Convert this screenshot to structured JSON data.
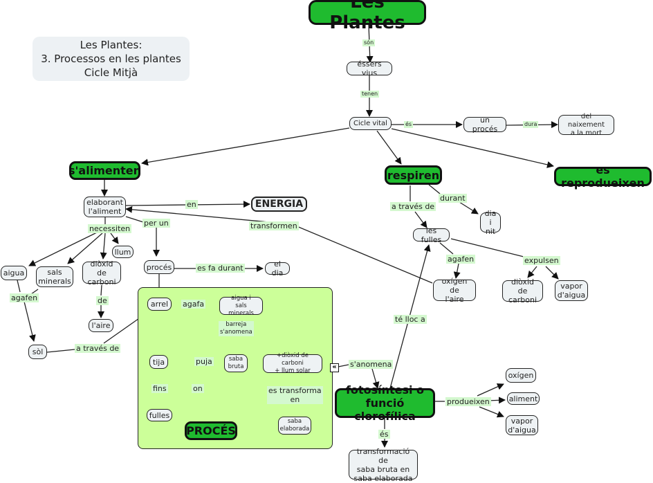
{
  "info_box": {
    "text": "Les Plantes:\n3. Processos en les plantes\nCicle Mitjà"
  },
  "colors": {
    "key_node": "#1fbb2f",
    "node_bg": "#eef2f4",
    "label_bg": "#d4f8cf",
    "panel_bg": "#ccff99"
  },
  "nodes": {
    "les_plantes": "Les Plantes",
    "essers_vius": "éssers vius",
    "cicle_vital": "Cicle vital",
    "un_proces": "un procés",
    "del_naixement": "del naixement\na la mort",
    "s_alimenten": "s'alimenten",
    "respiren": "respiren",
    "es_reprodueixen": "es reprodueixen",
    "elaborant": "elaborant\nl'aliment",
    "energia": "ENERGIA",
    "aigua": "aigua",
    "sals_minerals": "sals\nminerals",
    "dioxid_carboni_1": "diòxid de\ncarboni",
    "llum": "llum",
    "l_aire": "l'aire",
    "sol": "sòl",
    "proces": "procés",
    "el_dia": "el dia",
    "arrel": "arrel",
    "aigua_sals": "aigua i\nsals minerals",
    "tija": "tija",
    "saba_bruta": "saba\nbruta",
    "dioxid_llum": "+diòxid de carboni\n+ llum solar",
    "fulles": "fulles",
    "saba_elaborada": "saba\nelaborada",
    "proces_key": "PROCÉS",
    "dia_nit": "dia i\nnit",
    "les_fulles": "les fulles",
    "oxigen_aire": "oxígen de\nl'aire",
    "dioxid_carboni_2": "diòxid de\ncarboni",
    "vapor_aigua_1": "vapor\nd'aigua",
    "fotosintesi": "fotosíntesi o\nfunció clorofílica",
    "oxigen": "oxígen",
    "aliment": "aliment",
    "vapor_aigua_2": "vapor\nd'aigua",
    "transformacio": "transformació de\nsaba bruta en\nsaba elaborada"
  },
  "links": {
    "son": "són",
    "tenen": "tenen",
    "es_1": "és",
    "dura": "dura",
    "en": "en",
    "per_un": "per un",
    "transformen": "transformen",
    "necessiten": "necessiten",
    "agafen_1": "agafen",
    "de": "de",
    "a_traves_de_1": "a través de",
    "es_fa_durant": "es fa durant",
    "agafa": "agafa",
    "barreja": "barreja\ns'anomena",
    "puja": "puja",
    "fins": "fins",
    "on": "on",
    "es_transforma": "es transforma\nen",
    "a_traves_de_2": "a través de",
    "durant": "durant",
    "agafen_2": "agafen",
    "expulsen": "expulsen",
    "te_lloc_a": "té lloc a",
    "s_anomena": "s'anomena",
    "produeixen": "produeixen",
    "es_2": "és"
  },
  "collapse_icon": "«"
}
